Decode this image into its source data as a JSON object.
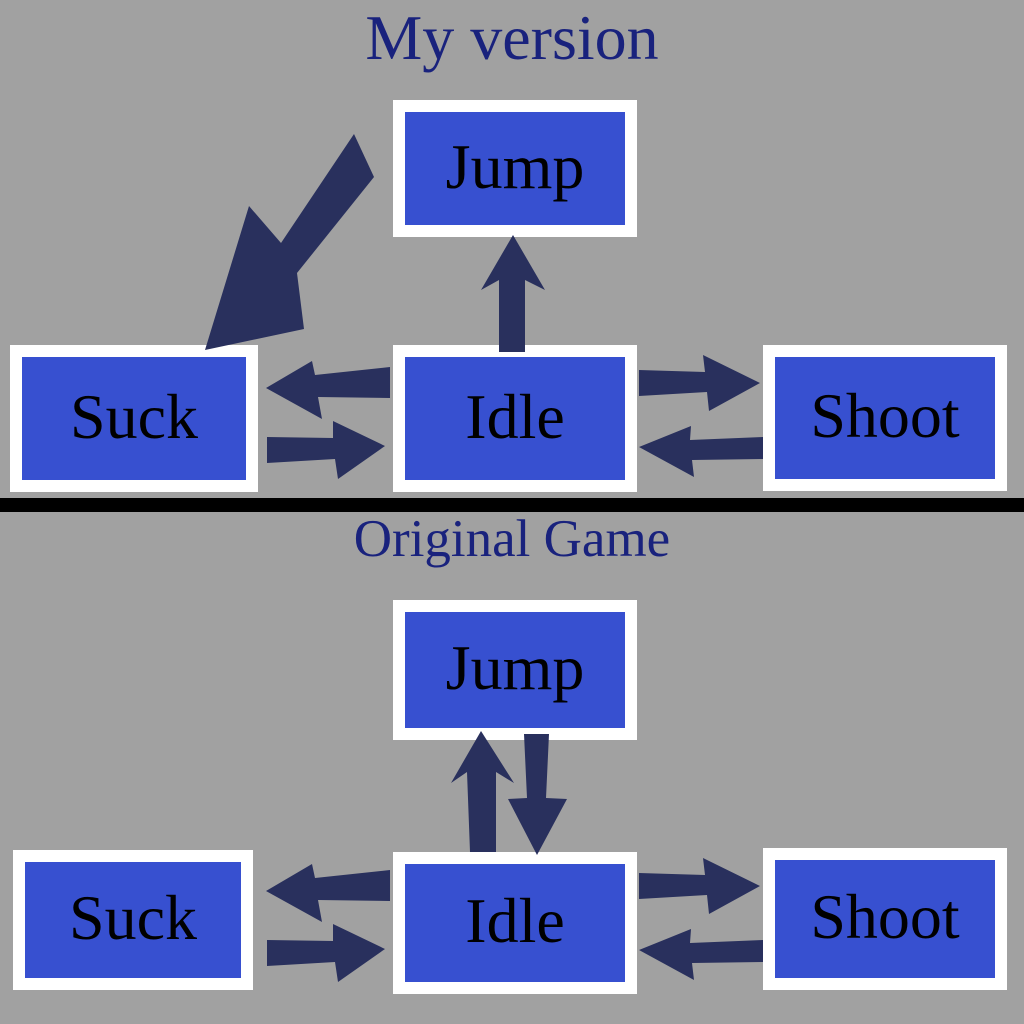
{
  "colors": {
    "background": "#a1a1a1",
    "box_fill": "#3750d0",
    "box_border": "#ffffff",
    "box_text": "#000000",
    "arrow": "#29305d",
    "title": "#19227d",
    "divider": "#000000"
  },
  "diagrams": [
    {
      "title": "My version",
      "nodes": [
        {
          "id": "jump",
          "label": "Jump"
        },
        {
          "id": "suck",
          "label": "Suck"
        },
        {
          "id": "idle",
          "label": "Idle"
        },
        {
          "id": "shoot",
          "label": "Shoot"
        }
      ],
      "transitions": [
        {
          "from": "Jump",
          "to": "Suck",
          "style": "large-arrow"
        },
        {
          "from": "Idle",
          "to": "Jump"
        },
        {
          "from": "Idle",
          "to": "Suck"
        },
        {
          "from": "Suck",
          "to": "Idle"
        },
        {
          "from": "Idle",
          "to": "Shoot"
        },
        {
          "from": "Shoot",
          "to": "Idle"
        }
      ]
    },
    {
      "title": "Original Game",
      "nodes": [
        {
          "id": "jump",
          "label": "Jump"
        },
        {
          "id": "suck",
          "label": "Suck"
        },
        {
          "id": "idle",
          "label": "Idle"
        },
        {
          "id": "shoot",
          "label": "Shoot"
        }
      ],
      "transitions": [
        {
          "from": "Idle",
          "to": "Jump"
        },
        {
          "from": "Jump",
          "to": "Idle"
        },
        {
          "from": "Idle",
          "to": "Suck"
        },
        {
          "from": "Suck",
          "to": "Idle"
        },
        {
          "from": "Idle",
          "to": "Shoot"
        },
        {
          "from": "Shoot",
          "to": "Idle"
        }
      ]
    }
  ]
}
